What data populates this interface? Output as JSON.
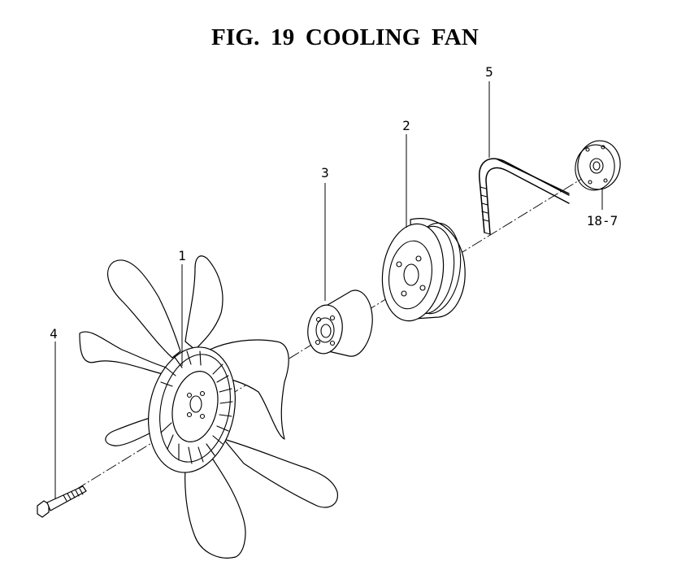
{
  "title": "FIG. 19  COOLING FAN",
  "callouts": {
    "fan": "1",
    "pulley": "2",
    "spacer": "3",
    "bolt": "4",
    "belt": "5",
    "flange": "18-7"
  }
}
